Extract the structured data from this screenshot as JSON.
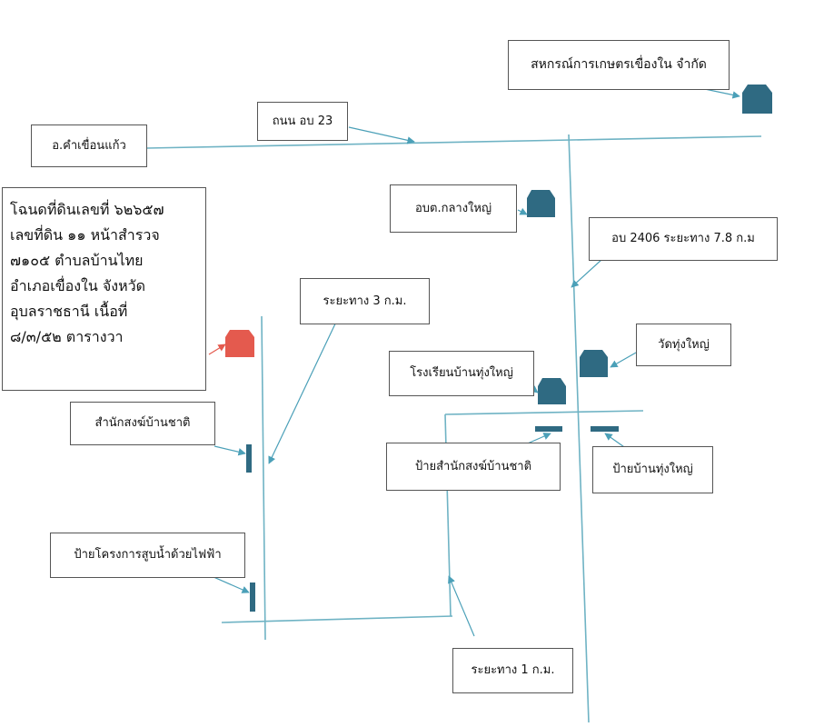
{
  "map": {
    "colors": {
      "road": "#6fb3c4",
      "building": "#2f6a82",
      "highlight": "#e45a4e",
      "arrow": "#4ba0b8"
    },
    "labels": {
      "coop": "สหกรณ์การเกษตรเขื่องใน จำกัด",
      "road_ub23": "ถนน อบ 23",
      "district": "อ.คำเขื่อนแก้ว",
      "sao": "อบต.กลางใหญ่",
      "road_ub2406": "อบ 2406 ระยะทาง 7.8 ก.ม",
      "dist_3km": "ระยะทาง 3 ก.ม.",
      "temple": "วัดทุ่งใหญ่",
      "school": "โรงเรียนบ้านทุ่งใหญ่",
      "monk_office": "สำนักสงฆ์บ้านชาติ",
      "sign_monk_office": "ป้ายสำนักสงฆ์บ้านชาติ",
      "sign_village": "ป้ายบ้านทุ่งใหญ่",
      "sign_pump": "ป้ายโครงการสูบน้ำด้วยไฟฟ้า",
      "dist_1km": "ระยะทาง 1 ก.ม."
    },
    "deed_lines": [
      "โฉนดที่ดินเลขที่ ๖๒๖๕๗",
      "เลขที่ดิน ๑๑ หน้าสำรวจ",
      "๗๑๐๕ ตำบลบ้านไทย",
      "อำเภอเขื่องใน จังหวัด",
      "อุบลราชธานี  เนื้อที่",
      "๘/๓/๕๒ ตารางวา"
    ]
  }
}
